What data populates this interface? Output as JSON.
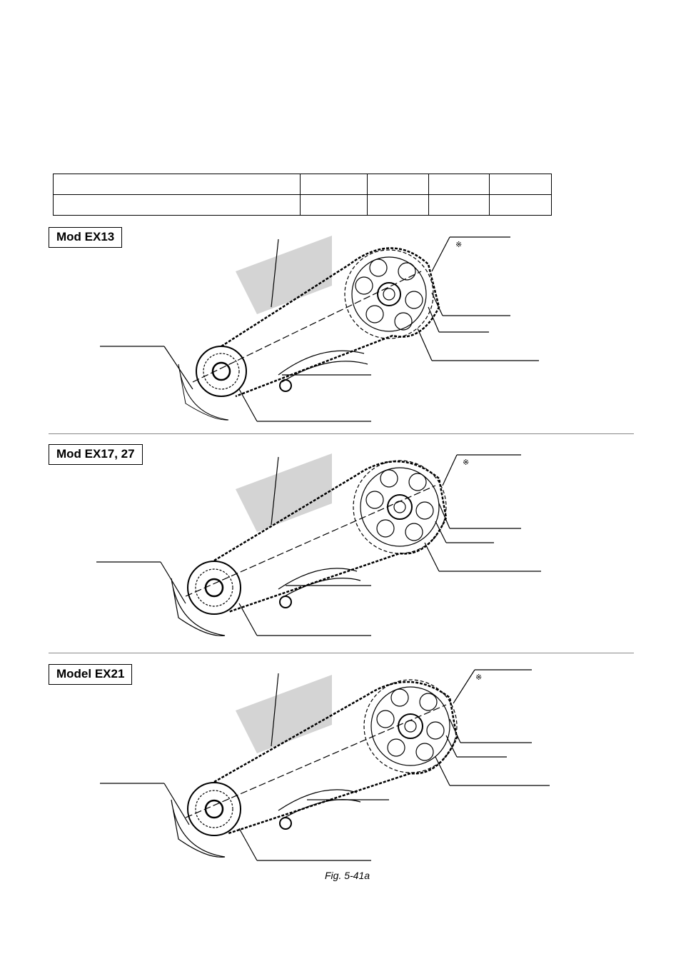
{
  "table": {
    "rows": [
      [
        "",
        "",
        "",
        "",
        ""
      ],
      [
        "",
        "",
        "",
        "",
        ""
      ]
    ]
  },
  "sections": [
    {
      "label": "Mod  EX13",
      "mark": "※"
    },
    {
      "label": "Mod EX17, 27",
      "mark": "※"
    },
    {
      "label": "Model EX21",
      "mark": "※"
    }
  ],
  "caption": "Fig. 5-41a",
  "icons": {
    "diagram": "timing-chain-diagram-icon"
  }
}
